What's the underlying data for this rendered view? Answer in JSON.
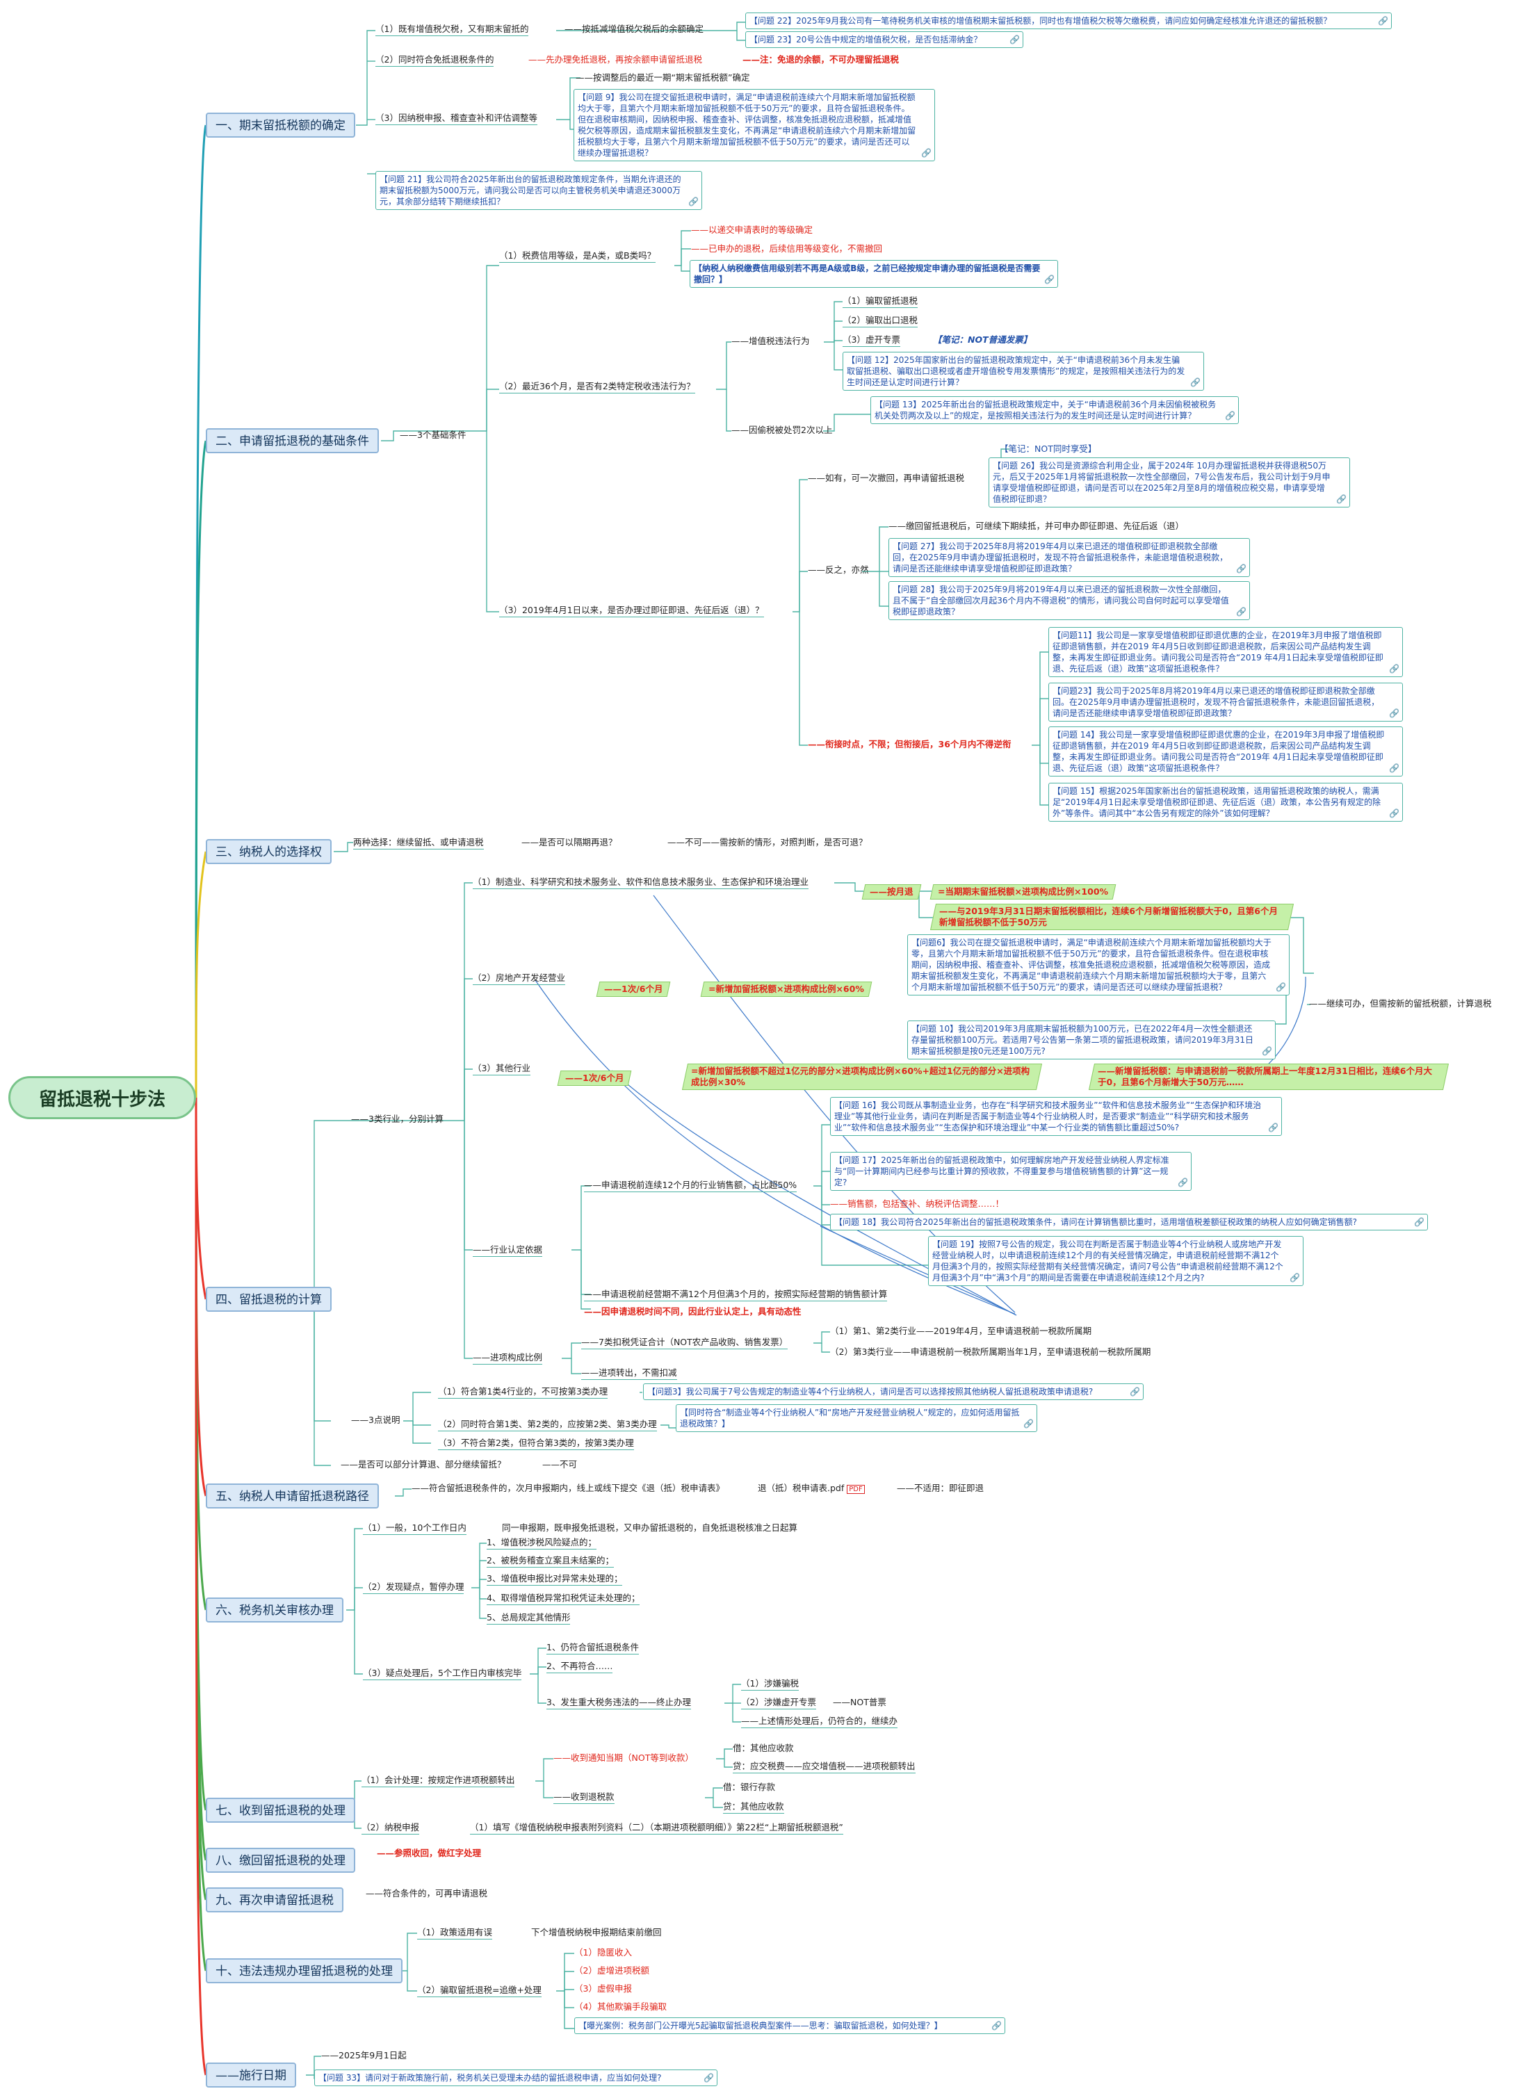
{
  "root": {
    "title": "留抵退税十步法"
  },
  "categories": [
    "一、期末留抵税额的确定",
    "二、申请留抵退税的基础条件",
    "三、纳税人的选择权",
    "四、留抵退税的计算",
    "五、纳税人申请留抵退税路径",
    "六、税务机关审核办理",
    "七、收到留抵退税的处理",
    "八、缴回留抵退税的处理",
    "九、再次申请留抵退税",
    "十、违法违规办理留抵退税的处理",
    "——施行日期"
  ],
  "colors": {
    "c1": "#1f9fb4",
    "c2": "#21a38f",
    "c3": "#e2c31b",
    "c4": "#e8342a",
    "c5": "#e8342a",
    "c6": "#4aa84a",
    "c7": "#4aa84a",
    "c8": "#4aa84a",
    "c9": "#4aa84a",
    "c10": "#4aa84a",
    "c11": "#e8342a",
    "branch": "#4db3a3",
    "center": "#c8edd0",
    "catfill": "#dbe9f7"
  },
  "s1": {
    "a": "（1）既有增值税欠税，又有期末留抵的",
    "a1": "——按抵减增值税欠税后的余额确定",
    "q22": "【问题 22】2025年9月我公司有一笔待税务机关审核的增值税期末留抵税额，同时也有增值税欠税等欠缴税费，请问应如何确定经核准允许退还的留抵税额？",
    "q23": "【问题 23】20号公告中规定的增值税欠税，是否包括滞纳金？",
    "b": "（2）同时符合免抵退税条件的",
    "b1": "——先办理免抵退税，再按余额申请留抵退税",
    "b2": "——注：免退的余额，不可办理留抵退税",
    "c": "（3）因纳税申报、稽查查补和评估调整等",
    "c1": "——按调整后的最近一期“期末留抵税额”确定",
    "q9": "【问题 9】我公司在提交留抵退税申请时，满足“申请退税前连续六个月期末新增加留抵税额均大于零，且第六个月期末新增加留抵税额不低于50万元”的要求，且符合留抵退税条件。但在退税审核期间，因纳税申报、稽查查补、评估调整，核准免抵退税应退税额，抵减增值税欠税等原因，造成期末留抵税额发生变化，不再满足“申请退税前连续六个月期末新增加留抵税额均大于零，且第六个月期末新增加留抵税额不低于50万元”的要求，请问是否还可以继续办理留抵退税？",
    "q21": "【问题 21】我公司符合2025年新出台的留抵退税政策规定条件，当期允许退还的期末留抵税额为5000万元，请问我公司是否可以向主管税务机关申请退还3000万元，其余部分结转下期继续抵扣？"
  },
  "s2": {
    "main": "——3个基础条件",
    "a": "（1）税费信用等级，是A类，或B类吗？",
    "a1": "——以递交申请表时的等级确定",
    "a2": "——已申办的退税，后续信用等级变化，不需撤回",
    "qa": "【纳税人纳税缴费信用级别若不再是A级或B级，之前已经按规定申请办理的留抵退税是否需要撤回？】",
    "b": "（2）最近36个月，是否有2类特定税收违法行为？",
    "b1": "——增值税违法行为",
    "b1a": "（1）骗取留抵退税",
    "b1b": "（2）骗取出口退税",
    "b1c": "（3）虚开专票",
    "b1n": "【笔记：NOT普通发票】",
    "q12": "【问题 12】2025年国家新出台的留抵退税政策规定中，关于“申请退税前36个月未发生骗取留抵退税、骗取出口退税或者虚开增值税专用发票情形”的规定，是按照相关违法行为的发生时间还是认定时间进行计算？",
    "b2": "——因偷税被处罚2次以上",
    "q13": "【问题 13】2025年新出台的留抵退税政策规定中，关于“申请退税前36个月未因偷税被税务机关处罚两次及以上”的规定，是按照相关违法行为的发生时间还是认定时间进行计算？",
    "c": "（3）2019年4月1日以来，是否办理过即征即退、先征后返（退）？",
    "c1": "——如有，可一次撤回，再申请留抵退税",
    "c1n": "【笔记：NOT同时享受】",
    "q26": "【问题 26】我公司是资源综合利用企业，属于2024年 10月办理留抵退税并获得退税50万元，后又于2025年1月将留抵退税款一次性全部缴回，7号公告发布后，我公司计划于9月申请享受增值税即征即退，请问是否可以在2025年2月至8月的增值税应税交易，申请享受增值税即征即退？",
    "c2": "——反之，亦然",
    "c2a": "——缴回留抵退税后，可继续下期续抵，并可申办即征即退、先征后返（退）",
    "q27": "【问题 27】我公司于2025年8月将2019年4月以来已退还的增值税即征即退税款全部缴回，在2025年9月申请办理留抵退税时，发现不符合留抵退税条件，未能退增值税退税款，请问是否还能继续申请享受增值税即征即退政策？",
    "q28": "【问题 28】我公司于2025年9月将2019年4月以来已退还的留抵退税款一次性全部缴回，且不属于“自全部缴回次月起36个月内不得退税”的情形，请问我公司自何时起可以享受增值税即征即退政策？",
    "c3": "——衔接时点，不限；但衔接后，36个月内不得逆衔",
    "q11": "【问题11】我公司是一家享受增值税即征即退优惠的企业，在2019年3月申报了增值税即征即退销售额，并在2019 年4月5日收到即征即退退税款，后来因公司产品结构发生调整，未再发生即征即退业务。请问我公司是否符合“2019 年4月1日起未享受增值税即征即退、先征后返（退）政策”这项留抵退税条件？",
    "q23b": "【问题23】我公司于2025年8月将2019年4月以来已退还的增值税即征即退税款全部缴回。在2025年9月申请办理留抵退税时，发现不符合留抵退税条件，未能退回留抵退税，请问是否还能继续申请享受增值税即征即退政策？",
    "q14": "【问题 14】我公司是一家享受增值税即征即退优惠的企业，在2019年3月申报了增值税即征即退销售额，并在2019 年4月5日收到即征即退退税款，后来因公司产品结构发生调整，未再发生即征即退业务。请问我公司是否符合“2019年 4月1日起未享受增值税即征即退、先征后返（退）政策”这项留抵退税条件？",
    "q15": "【问题 15】根据2025年国家新出台的留抵退税政策，适用留抵退税政策的纳税人，需满足“2019年4月1日起未享受增值税即征即退、先征后返（退）政策，本公告另有规定的除外”等条件。请问其中“本公告另有规定的除外”该如何理解？"
  },
  "s3": {
    "a": "两种选择：继续留抵、或申请退税",
    "b": "——是否可以隔期再退？",
    "c": "——不可——需按新的情形，对照判断，是否可退？"
  },
  "s4": {
    "main": "——3类行业，分别计算",
    "a": "（1）制造业、科学研究和技术服务业、软件和信息技术服务业、生态保护和环境治理业",
    "a1": "——按月退",
    "a1f": "=当期期末留抵税额×进项构成比例×100%",
    "a2": "——与2019年3月31日期末留抵税额相比，连续6个月新增留抵税额大于0，且第6个月新增留抵税额不低于50万元",
    "q6": "【问题6】我公司在提交留抵退税申请时，满足“申请退税前连续六个月期末新增加留抵税额均大于零，且第六个月期末新增加留抵税额不低于50万元”的要求，且符合留抵退税条件。但在退税审核期间，因纳税申报、稽查查补、评估调整，核准免抵退税应退税额，抵减增值税欠税等原因，造成期末留抵税额发生变化，不再满足“申请退税前连续六个月期末新增加留抵税额均大于零，且第六个月期末新增加留抵税额不低于50万元”的要求，请问是否还可以继续办理留抵退税？",
    "a3": "——继续可办，但需按新的留抵税额，计算退税",
    "q10": "【问题 10】我公司2019年3月底期末留抵税额为100万元，已在2022年4月一次性全额退还存量留抵税额100万元。若适用7号公告第一条第二项的留抵退税政策，请问2019年3月31日期末留抵税额是按0元还是100万元?",
    "b": "（2）房地产开发经营业",
    "b1": "——1次/6个月",
    "b1f": "=新增加留抵税额×进项构成比例×60%",
    "c": "（3）其他行业",
    "c1": "——1次/6个月",
    "c1f": "=新增加留抵税额不超过1亿元的部分×进项构成比例×60%+超过1亿元的部分×进项构成比例×30%",
    "c2": "——新增留抵税额：与申请退税前一税款所属期上一年度12月31日相比，连续6个月大于0，且第6个月新增大于50万元……",
    "d": "——行业认定依据",
    "d1": "——申请退税前连续12个月的行业销售额，占比超50%",
    "q16": "【问题 16】我公司既从事制造业业务，也存在“科学研究和技术服务业”“软件和信息技术服务业”“生态保护和环境治理业”等其他行业业务，请问在判断是否属于制造业等4个行业纳税人时，是否要求“制造业”“科学研究和技术服务业”“软件和信息技术服务业”“生态保护和环境治理业”中某一个行业类的销售额比重超过50%?",
    "q17": "【问题 17】2025年新出台的留抵退税政策中，如何理解房地产开发经营业纳税人界定标准与“同一计算期间内已经参与比重计算的预收款，不得重复参与增值税销售额的计算”这一规定?",
    "d1r": "——销售额，包括查补、纳税评估调整……！",
    "q18": "【问题 18】我公司符合2025年新出台的留抵退税政策条件，请问在计算销售额比重时，适用增值税差额征税政策的纳税人应如何确定销售额?",
    "q19": "【问题 19】按照7号公告的规定，我公司在判断是否属于制造业等4个行业纳税人或房地产开发经营业纳税人时，以申请退税前连续12个月的有关经营情况确定，申请退税前经营期不满12个月但满3个月的，按照实际经营期有关经营情况确定，请问7号公告“申请退税前经营期不满12个月但满3个月”中“满3个月”的期间是否需要在申请退税前连续12个月之内?",
    "d2": "——申请退税前经营期不满12个月但满3个月的，按照实际经营期的销售额计算",
    "d2r": "——因申请退税时间不同，因此行业认定上，具有动态性",
    "e": "——进项构成比例",
    "e1": "——7类扣税凭证合计（NOT农产品收购、销售发票）",
    "e1a": "（1）第1、第2类行业——2019年4月，至申请退税前一税款所属期",
    "e1b": "（2）第3类行业——申请退税前一税款所属期当年1月，至申请退税前一税款所属期",
    "e2": "——进项转出，不需扣减",
    "f": "——3点说明",
    "f1": "（1）符合第1类4行业的，不可按第3类办理",
    "q3": "【问题3】我公司属于7号公告规定的制造业等4个行业纳税人，请问是否可以选择按照其他纳税人留抵退税政策申请退税?",
    "f2": "（2）同时符合第1类、第2类的，应按第2类、第3类办理",
    "qf2": "【同时符合“制造业等4个行业纳税人”和“房地产开发经营业纳税人”规定的，应如何适用留抵退税政策？】",
    "f3": "（3）不符合第2类，但符合第3类的，按第3类办理",
    "g": "——是否可以部分计算退、部分继续留抵？",
    "g1": "——不可"
  },
  "s5": {
    "a": "——符合留抵退税条件的，次月申报期内，线上或线下提交《退（抵）税申请表》",
    "a1": "退（抵）税申请表.pdf",
    "a2": "——不适用：即征即退"
  },
  "s6": {
    "a": "（1）一般，10个工作日内",
    "a1": "同一申报期，既申报免抵退税，又申办留抵退税的，自免抵退税核准之日起算",
    "b": "（2）发现疑点，暂停办理",
    "b1": "1、增值税涉税风险疑点的；",
    "b2": "2、被税务稽查立案且未结案的；",
    "b3": "3、增值税申报比对异常未处理的；",
    "b4": "4、取得增值税异常扣税凭证未处理的；",
    "b5": "5、总局规定其他情形",
    "c": "（3）疑点处理后，5个工作日内审核完毕",
    "c1": "1、仍符合留抵退税条件",
    "c2": "2、不再符合……",
    "c3": "3、发生重大税务违法的——终止办理",
    "c3a": "（1）涉嫌骗税",
    "c3b": "（2）涉嫌虚开专票",
    "c3bn": "——NOT普票",
    "c3c": "——上述情形处理后，仍符合的，继续办"
  },
  "s7": {
    "a": "（1）会计处理：按规定作进项税额转出",
    "a1": "——收到通知当期（NOT等到收款）",
    "a1a": "借：其他应收款",
    "a1b": "贷：应交税费——应交增值税——进项税额转出",
    "a2": "——收到退税款",
    "a2a": "借：银行存款",
    "a2b": "贷：其他应收款",
    "b": "（2）纳税申报",
    "b1": "（1）填写《增值税纳税申报表附列资料（二）（本期进项税额明细）》第22栏“上期留抵税额退税”"
  },
  "s8": {
    "a": "——参照收回，做红字处理"
  },
  "s9": {
    "a": "——符合条件的，可再申请退税"
  },
  "s10": {
    "a": "（1）政策适用有误",
    "a1": "下个增值税纳税申报期结束前缴回",
    "b": "（2）骗取留抵退税=追缴+处理",
    "b1": "（1）隐匿收入",
    "b2": "（2）虚增进项税额",
    "b3": "（3）虚假申报",
    "b4": "（4）其他欺骗手段骗取",
    "b5": "【曝光案例：税务部门公开曝光5起骗取留抵退税典型案件——思考：骗取留抵退税，如何处理？】"
  },
  "s11": {
    "a": "——2025年9月1日起",
    "q33": "【问题 33】请问对于新政策施行前，税务机关已受理未办结的留抵退税申请，应当如何处理?"
  }
}
